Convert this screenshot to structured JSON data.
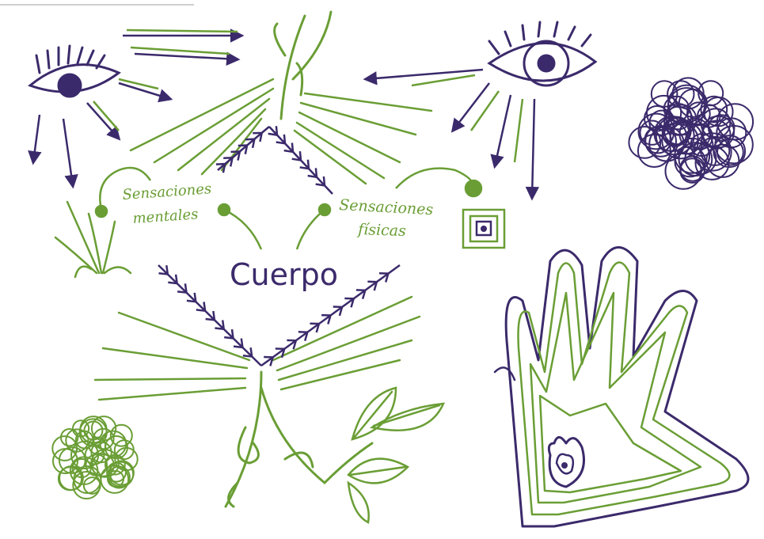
{
  "labels": {
    "center": "Cuerpo",
    "mental_line1": "Sensaciones",
    "mental_line2": "mentales",
    "physical_line1": "Sensaciones",
    "physical_line2": "físicas"
  },
  "colors": {
    "purple": "#3b2a6b",
    "green": "#6a9e35",
    "background": "#ffffff"
  },
  "icons": [
    "eye-icon",
    "arrow-icon",
    "leaf-icon",
    "plant-icon",
    "hand-icon",
    "circle-cluster-icon",
    "spiral-square-icon"
  ]
}
